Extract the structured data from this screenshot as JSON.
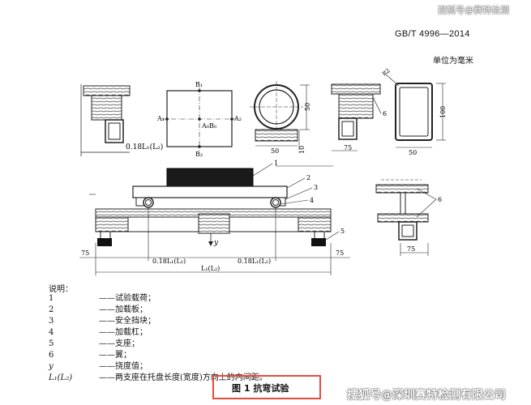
{
  "watermark_top": "搜狐号@赛特检测",
  "standard_code": "GB/T 4996—2014",
  "unit_note": "单位为毫米",
  "drawing": {
    "dim_75": "75",
    "dim_50": "50",
    "dim_100": "100",
    "dim_10": "10",
    "radius_label": "R2",
    "ratio_label": "0.18L₁(L₂)",
    "span_label": "L₁(L₂)",
    "y_label": "y",
    "point_a1": "A₁",
    "point_a2": "A₂",
    "point_a0b0": "A₀B₀",
    "point_b1": "B₁",
    "point_b2": "B₂",
    "callouts": [
      "1",
      "2",
      "3",
      "4",
      "5",
      "6"
    ]
  },
  "legend": {
    "title": "说明：",
    "items": [
      {
        "key": "1",
        "text": "——试验载荷；"
      },
      {
        "key": "2",
        "text": "——加载板；"
      },
      {
        "key": "3",
        "text": "——安全挡块；"
      },
      {
        "key": "4",
        "text": "——加载杠；"
      },
      {
        "key": "5",
        "text": "——支座；"
      },
      {
        "key": "6",
        "text": "——翼；"
      },
      {
        "key": "y",
        "text": "——挠度值；"
      },
      {
        "key": "L₁(L₂)",
        "text": "——两支座在托盘长度(宽度)方向上的内间距。"
      }
    ]
  },
  "figure_caption": "图 1    抗弯试验",
  "watermark_bottom": "搜狐号@深圳赛特检测有限公司"
}
